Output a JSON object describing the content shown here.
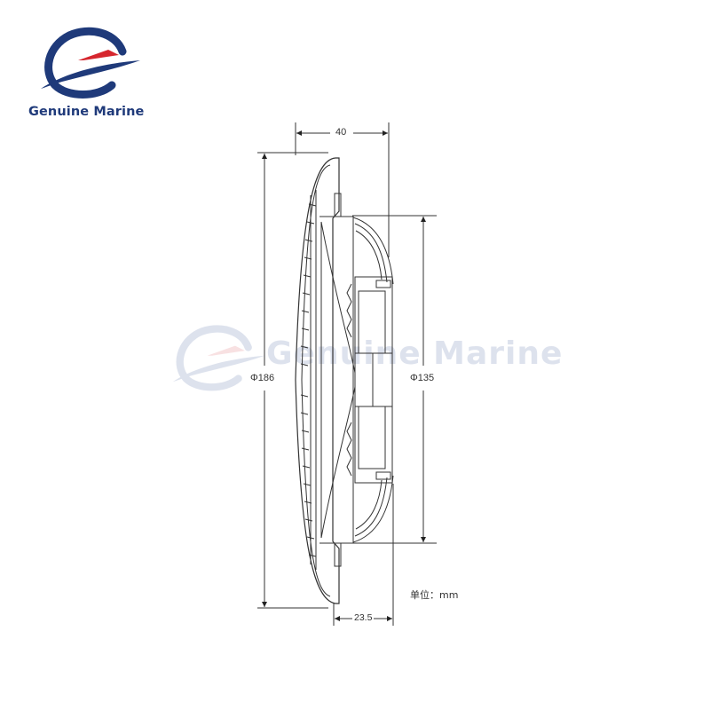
{
  "brand": {
    "name": "Genuine Marine",
    "primary_color": "#1f3a7a",
    "accent_color": "#d6262e"
  },
  "watermark": {
    "text": "Genuine Marine"
  },
  "dimensions": {
    "depth_total": "40",
    "outer_diameter": "Φ186",
    "inner_diameter": "Φ135",
    "mount_depth": "23.5"
  },
  "unit": {
    "label": "单位：mm"
  }
}
